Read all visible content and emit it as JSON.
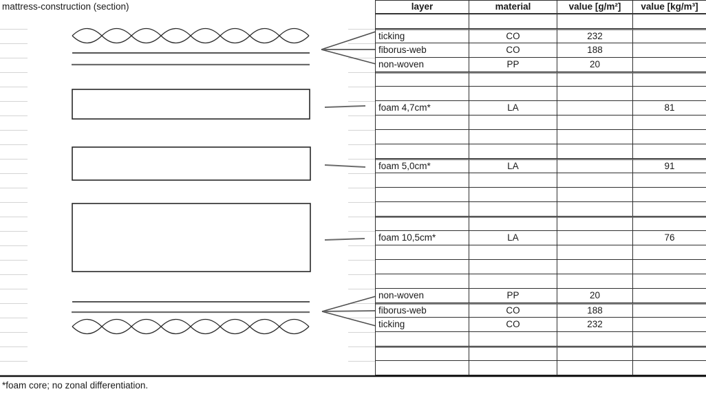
{
  "title": "mattress-construction (section)",
  "footnote": "*foam core; no zonal differentiation.",
  "table": {
    "headers": [
      "layer",
      "material",
      "value [g/m²]",
      "value [kg/m³]"
    ],
    "rows": [
      {
        "layer": "",
        "material": "",
        "g": "",
        "kg": ""
      },
      {
        "layer": "ticking",
        "material": "CO",
        "g": "232",
        "kg": ""
      },
      {
        "layer": "fiborus-web",
        "material": "CO",
        "g": "188",
        "kg": ""
      },
      {
        "layer": "non-woven",
        "material": "PP",
        "g": "20",
        "kg": ""
      },
      {
        "layer": "",
        "material": "",
        "g": "",
        "kg": ""
      },
      {
        "layer": "",
        "material": "",
        "g": "",
        "kg": ""
      },
      {
        "layer": "foam 4,7cm*",
        "material": "LA",
        "g": "",
        "kg": "81"
      },
      {
        "layer": "",
        "material": "",
        "g": "",
        "kg": ""
      },
      {
        "layer": "",
        "material": "",
        "g": "",
        "kg": ""
      },
      {
        "layer": "",
        "material": "",
        "g": "",
        "kg": ""
      },
      {
        "layer": "foam 5,0cm*",
        "material": "LA",
        "g": "",
        "kg": "91"
      },
      {
        "layer": "",
        "material": "",
        "g": "",
        "kg": ""
      },
      {
        "layer": "",
        "material": "",
        "g": "",
        "kg": ""
      },
      {
        "layer": "",
        "material": "",
        "g": "",
        "kg": ""
      },
      {
        "layer": "",
        "material": "",
        "g": "",
        "kg": ""
      },
      {
        "layer": "foam 10,5cm*",
        "material": "LA",
        "g": "",
        "kg": "76"
      },
      {
        "layer": "",
        "material": "",
        "g": "",
        "kg": ""
      },
      {
        "layer": "",
        "material": "",
        "g": "",
        "kg": ""
      },
      {
        "layer": "",
        "material": "",
        "g": "",
        "kg": ""
      },
      {
        "layer": "non-woven",
        "material": "PP",
        "g": "20",
        "kg": ""
      },
      {
        "layer": "fiborus-web",
        "material": "CO",
        "g": "188",
        "kg": ""
      },
      {
        "layer": "ticking",
        "material": "CO",
        "g": "232",
        "kg": ""
      },
      {
        "layer": "",
        "material": "",
        "g": "",
        "kg": ""
      },
      {
        "layer": "",
        "material": "",
        "g": "",
        "kg": ""
      },
      {
        "layer": "",
        "material": "",
        "g": "",
        "kg": ""
      }
    ]
  },
  "colors": {
    "ink": "#1a1a1a",
    "cell_border": "#2e2e2e",
    "border_medium": "#848484",
    "grid_faint": "#d4d4d4",
    "line_gray": "#6b6b6b"
  }
}
